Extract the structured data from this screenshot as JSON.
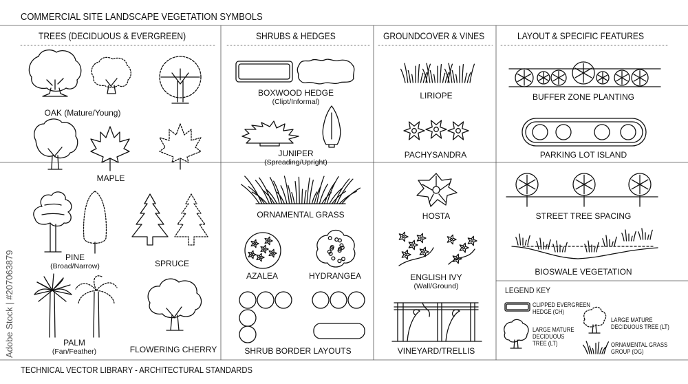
{
  "title": "COMMERCIAL SITE LANDSCAPE VEGETATION SYMBOLS",
  "footer": "TECHNICAL VECTOR LIBRARY - ARCHITECTURAL STANDARDS",
  "watermark": "Adobe Stock | #207063879",
  "sections": {
    "trees": "TREES (DECIDUOUS & EVERGREEN)",
    "shrubs": "SHRUBS & HEDGES",
    "groundcover": "GROUNDCOVER & VINES",
    "layout": "LAYOUT & SPECIFIC FEATURES"
  },
  "trees": {
    "oak": {
      "name": "OAK",
      "sub": "(Mature/Young)"
    },
    "maple": {
      "name": "MAPLE"
    },
    "pine": {
      "name": "PINE",
      "sub": "(Broad/Narrow)"
    },
    "spruce": {
      "name": "SPRUCE"
    },
    "palm": {
      "name": "PALM",
      "sub": "(Fan/Feather)"
    },
    "cherry": {
      "name": "FLOWERING CHERRY"
    }
  },
  "shrubs": {
    "boxwood": {
      "name": "BOXWOOD HEDGE",
      "sub": "(Clipt/Informal)"
    },
    "juniper": {
      "name": "JUNIPER",
      "sub": "(Spreading/Upright)"
    },
    "grass": {
      "name": "ORNAMENTAL GRASS"
    },
    "azalea": {
      "name": "AZALEA"
    },
    "hydrangea": {
      "name": "HYDRANGEA"
    },
    "border": {
      "name": "SHRUB BORDER LAYOUTS"
    }
  },
  "groundcover": {
    "liriope": {
      "name": "LIRIOPE"
    },
    "pachysandra": {
      "name": "PACHYSANDRA"
    },
    "hosta": {
      "name": "HOSTA"
    },
    "ivy": {
      "name": "ENGLISH IVY",
      "sub": "(Wall/Ground)"
    },
    "vineyard": {
      "name": "VINEYARD/TRELLIS"
    }
  },
  "layout": {
    "buffer": {
      "name": "BUFFER ZONE PLANTING"
    },
    "parking": {
      "name": "PARKING LOT ISLAND"
    },
    "street": {
      "name": "STREET TREE SPACING"
    },
    "bioswale": {
      "name": "BIOSWALE VEGETATION"
    }
  },
  "legend": {
    "title": "LEGEND KEY",
    "hedge": {
      "line1": "CLIPPED EVERGREEN",
      "line2": "HEDGE (CH)"
    },
    "tree_lt_a": {
      "line1": "LARGE MATURE",
      "line2": "DECIDUOUS",
      "line3": "TREE (LT)"
    },
    "tree_lt_b": {
      "line1": "LARGE MATURE",
      "line2": "DECIDUOUS TREE (LT)"
    },
    "grass_og": {
      "line1": "ORNAMENTAL GRASS",
      "line2": "GROUP (OG)"
    }
  }
}
